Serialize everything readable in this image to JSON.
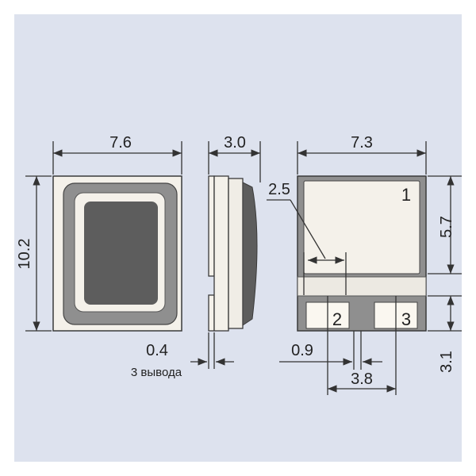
{
  "colors": {
    "background": "#dde2ee",
    "body_outline": "#3a3a3a",
    "body_fill": "#f4f1ea",
    "frame_gray": "#8f8f8f",
    "lens_dark": "#5d5d5d",
    "pad_fill": "#faf7f0",
    "line": "#333333"
  },
  "front_view": {
    "width_label": "7.6",
    "height_label": "10.2"
  },
  "side_view": {
    "thickness_label": "3.0",
    "lead_label": "0.4",
    "lead_note": "3 вывода"
  },
  "bottom_view": {
    "width_label": "7.3",
    "pad1_height_label": "5.7",
    "pad_gap_label": "2.5",
    "pad_row_height_label": "3.1",
    "pad_width_label": "0.9",
    "pad_pitch_label": "3.8",
    "pad1_number": "1",
    "pad2_number": "2",
    "pad3_number": "3"
  }
}
